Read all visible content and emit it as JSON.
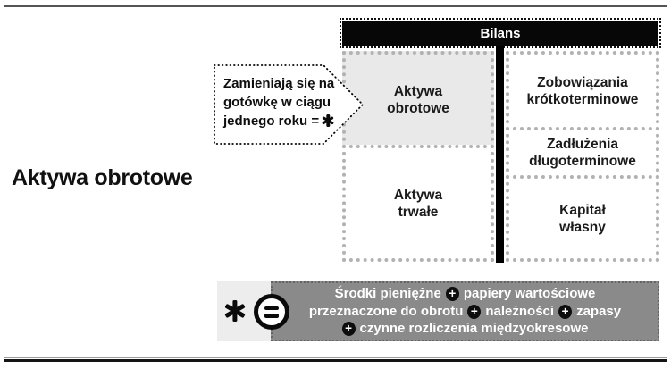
{
  "title": {
    "label": "Aktywa obrotowe"
  },
  "bilans": {
    "label": "Bilans"
  },
  "callout": {
    "line1": "Zamieniają się na",
    "line2": "gotówkę w ciągu",
    "line3": "jednego roku ="
  },
  "balance_sheet": {
    "left_column": {
      "current_assets": "Aktywa\nobrotowe",
      "fixed_assets": "Aktywa\ntrwałe"
    },
    "right_column": {
      "short_term_liabilities": "Zobowiązania\nkrótkoterminowe",
      "long_term_debt": "Zadłużenia\ndługoterminowe",
      "equity": "Kapitał\nwłasny"
    }
  },
  "formula": {
    "plus": "+",
    "segments": {
      "s1": "Środki pieniężne",
      "s2": "papiery wartościowe",
      "s3": "przeznaczone do obrotu",
      "s4": "należności",
      "s5": "zapasy",
      "s6": "czynne rozliczenia międzyokresowe"
    }
  },
  "icons": {
    "asterisk": "✱",
    "equals": "=",
    "plus_circled": "⊕"
  },
  "colors": {
    "highlight_box_fill": "#e9e9e9",
    "dot_border": "#b2b2b2",
    "formula_box_fill": "#8a8a8a",
    "note_box_fill": "#ededed",
    "header_bar_fill": "#070707",
    "text_on_dark": "#ffffff"
  }
}
